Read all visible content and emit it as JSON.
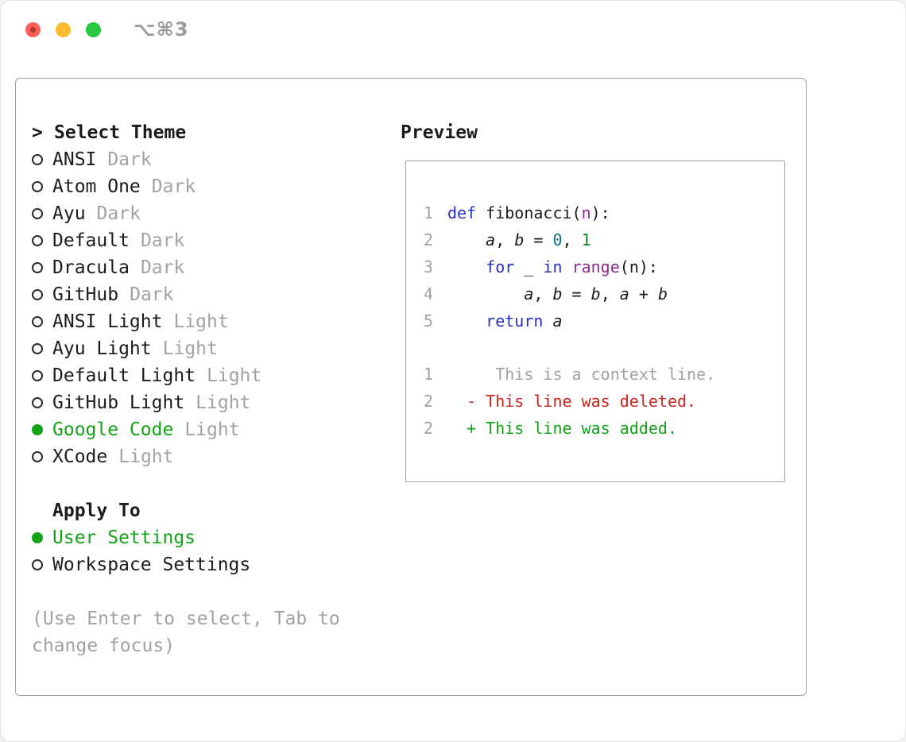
{
  "window": {
    "title": "⌥⌘3"
  },
  "left": {
    "header_prompt": ">",
    "header_label": "Select Theme",
    "themes": [
      {
        "name": "ANSI",
        "variant": "Dark",
        "selected": false
      },
      {
        "name": "Atom One",
        "variant": "Dark",
        "selected": false
      },
      {
        "name": "Ayu",
        "variant": "Dark",
        "selected": false
      },
      {
        "name": "Default",
        "variant": "Dark",
        "selected": false
      },
      {
        "name": "Dracula",
        "variant": "Dark",
        "selected": false
      },
      {
        "name": "GitHub",
        "variant": "Dark",
        "selected": false
      },
      {
        "name": "ANSI Light",
        "variant": "Light",
        "selected": false
      },
      {
        "name": "Ayu Light",
        "variant": "Light",
        "selected": false
      },
      {
        "name": "Default Light",
        "variant": "Light",
        "selected": false
      },
      {
        "name": "GitHub Light",
        "variant": "Light",
        "selected": false
      },
      {
        "name": "Google Code",
        "variant": "Light",
        "selected": true
      },
      {
        "name": "XCode",
        "variant": "Light",
        "selected": false
      }
    ],
    "apply_header": "Apply To",
    "apply_options": [
      {
        "label": "User Settings",
        "selected": true
      },
      {
        "label": "Workspace Settings",
        "selected": false
      }
    ],
    "hint": "(Use Enter to select, Tab to change focus)"
  },
  "preview": {
    "header": "Preview",
    "code_lines": [
      {
        "num": "1",
        "tokens": [
          {
            "t": "def ",
            "c": "kw"
          },
          {
            "t": "fibonacci(",
            "c": "pl"
          },
          {
            "t": "n",
            "c": "ty"
          },
          {
            "t": "):",
            "c": "pl"
          }
        ]
      },
      {
        "num": "2",
        "tokens": [
          {
            "t": "    ",
            "c": "pl"
          },
          {
            "t": "a",
            "c": "it"
          },
          {
            "t": ", ",
            "c": "pl"
          },
          {
            "t": "b",
            "c": "it"
          },
          {
            "t": " = ",
            "c": "pl"
          },
          {
            "t": "0",
            "c": "n0"
          },
          {
            "t": ", ",
            "c": "pl"
          },
          {
            "t": "1",
            "c": "n1"
          }
        ]
      },
      {
        "num": "3",
        "tokens": [
          {
            "t": "    ",
            "c": "pl"
          },
          {
            "t": "for",
            "c": "kw"
          },
          {
            "t": " _ ",
            "c": "pl"
          },
          {
            "t": "in",
            "c": "kw"
          },
          {
            "t": " ",
            "c": "pl"
          },
          {
            "t": "range",
            "c": "ty"
          },
          {
            "t": "(n):",
            "c": "pl"
          }
        ]
      },
      {
        "num": "4",
        "tokens": [
          {
            "t": "        ",
            "c": "pl"
          },
          {
            "t": "a",
            "c": "it"
          },
          {
            "t": ", ",
            "c": "pl"
          },
          {
            "t": "b",
            "c": "it"
          },
          {
            "t": " = ",
            "c": "pl"
          },
          {
            "t": "b",
            "c": "it"
          },
          {
            "t": ", ",
            "c": "pl"
          },
          {
            "t": "a",
            "c": "it"
          },
          {
            "t": " + ",
            "c": "pl"
          },
          {
            "t": "b",
            "c": "it"
          }
        ]
      },
      {
        "num": "5",
        "tokens": [
          {
            "t": "    ",
            "c": "pl"
          },
          {
            "t": "return",
            "c": "kw"
          },
          {
            "t": " ",
            "c": "pl"
          },
          {
            "t": "a",
            "c": "it"
          }
        ]
      }
    ],
    "diff_lines": [
      {
        "num": "1",
        "body": "     This is a context line.",
        "kind": "context"
      },
      {
        "num": "2",
        "body": "  - This line was deleted.",
        "kind": "deleted"
      },
      {
        "num": "2",
        "body": "  + This line was added.",
        "kind": "added"
      }
    ]
  },
  "icons": {
    "radio_unselected": "circle-outline",
    "radio_selected": "circle-filled",
    "prompt": "chevron-right"
  },
  "colors": {
    "green": "#12a317",
    "red": "#c9241b",
    "gray": "#a2a2a2",
    "ink": "#1b1b1b",
    "kw": "#2430c8",
    "ty": "#8b2a8b",
    "n0": "#0b7285",
    "n1": "#0e8a16",
    "border": "#9fa3a9",
    "tl_red": "#ff5f58",
    "tl_yellow": "#febb2e",
    "tl_green": "#28c840",
    "title_gray": "#9b9b9b"
  }
}
